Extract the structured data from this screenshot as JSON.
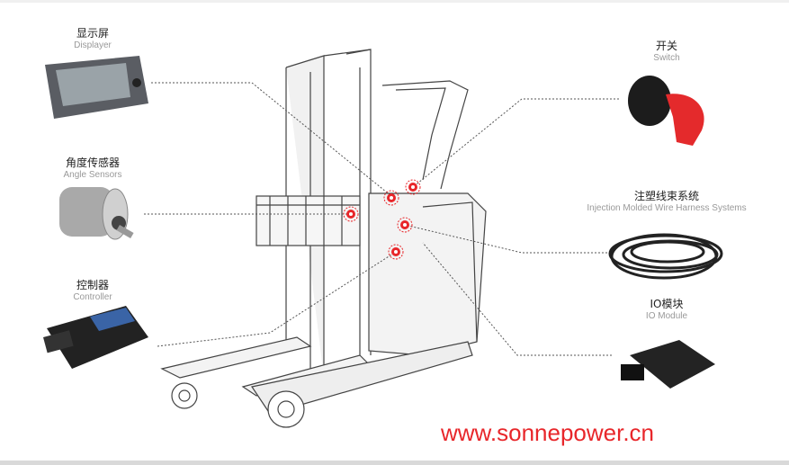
{
  "components": [
    {
      "zh": "显示屏",
      "en": "Displayer",
      "icon": "displayer-image"
    },
    {
      "zh": "角度传感器",
      "en": "Angle Sensors",
      "icon": "angle-sensor-image"
    },
    {
      "zh": "控制器",
      "en": "Controller",
      "icon": "controller-image"
    },
    {
      "zh": "开关",
      "en": "Switch",
      "icon": "switch-image"
    },
    {
      "zh": "注塑线束系统",
      "en": "Injection Molded Wire Harness Systems",
      "icon": "wire-harness-image"
    },
    {
      "zh": "IO模块",
      "en": "IO Module",
      "icon": "io-module-image"
    }
  ],
  "website": "www.sonnepower.cn",
  "colors": {
    "marker": "#e8262a",
    "url": "#e8262a",
    "line": "#555555"
  }
}
